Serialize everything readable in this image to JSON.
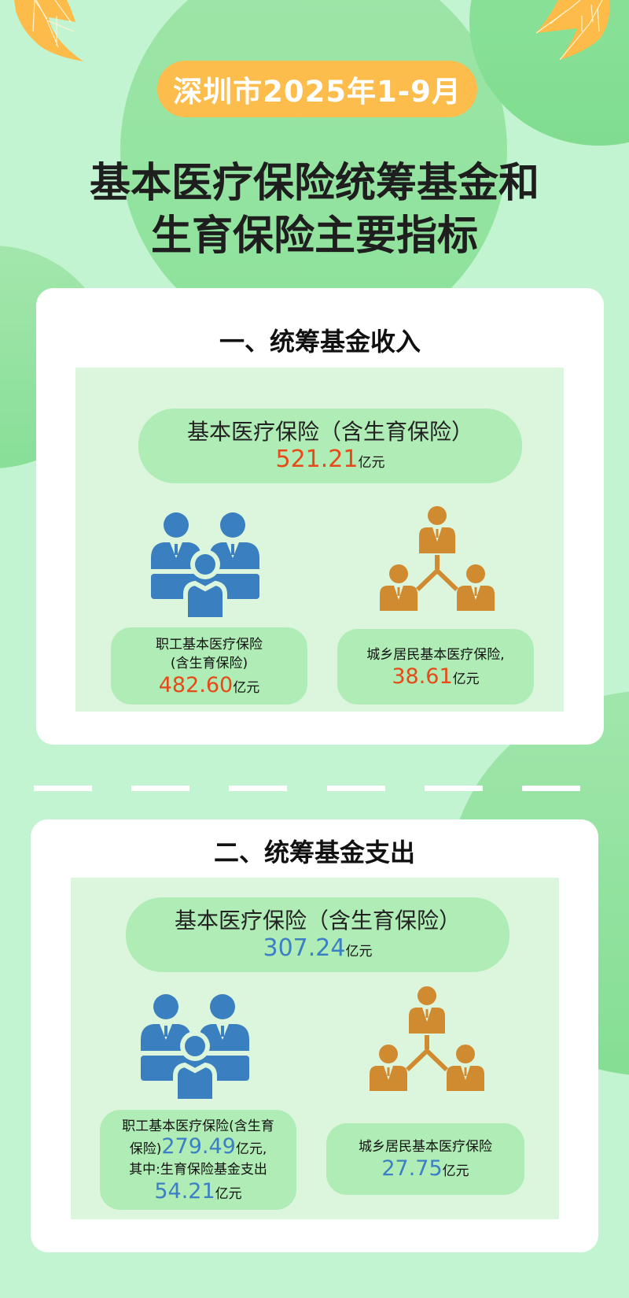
{
  "header": {
    "date_badge": "深圳市2025年1-9月",
    "title_line1": "基本医疗保险统筹基金和",
    "title_line2": "生育保险主要指标"
  },
  "colors": {
    "background": "#c3f4d1",
    "badge": "#fdbd4c",
    "income_number": "#e64a19",
    "expense_number": "#3b7fc4",
    "employee_icon": "#3a7fbf",
    "resident_icon": "#d08a30"
  },
  "income": {
    "section_title": "一、统筹基金收入",
    "total": {
      "label": "基本医疗保险（含生育保险）",
      "value": "521.21",
      "unit": "亿元"
    },
    "employee": {
      "icon": "group-people-icon",
      "label_line1": "职工基本医疗保险",
      "label_line2": "(含生育保险)",
      "value": "482.60",
      "unit": "亿元"
    },
    "resident": {
      "icon": "hierarchy-people-icon",
      "label": "城乡居民基本医疗保险,",
      "value": "38.61",
      "unit": "亿元"
    }
  },
  "expense": {
    "section_title": "二、统筹基金支出",
    "total": {
      "label": "基本医疗保险（含生育保险）",
      "value": "307.24",
      "unit": "亿元"
    },
    "employee": {
      "icon": "group-people-icon",
      "label_line1": "职工基本医疗保险(含生育",
      "label_line2_prefix": "保险)",
      "value": "279.49",
      "unit_suffix": "亿元,",
      "label_line3": "其中:生育保险基金支出",
      "sub_value": "54.21",
      "sub_unit": "亿元"
    },
    "resident": {
      "icon": "hierarchy-people-icon",
      "label": "城乡居民基本医疗保险",
      "value": "27.75",
      "unit": "亿元"
    }
  }
}
